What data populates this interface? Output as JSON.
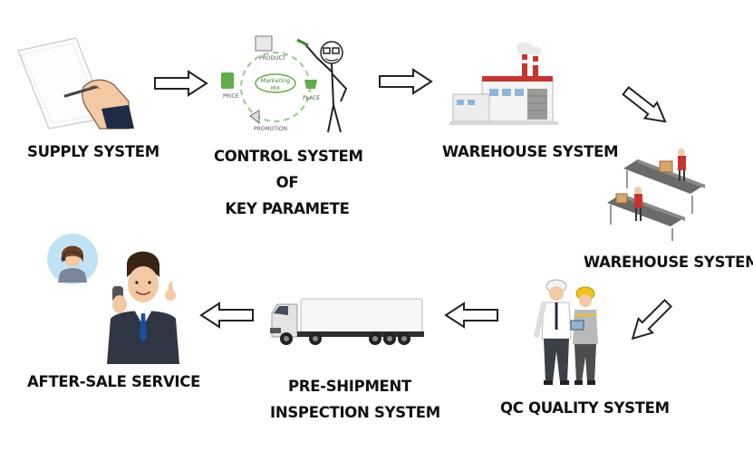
{
  "labels": {
    "supply": "SUPPLY SYSTEM",
    "control_line1": "CONTROL SYSTEM",
    "control_line2": "OF",
    "control_line3": "KEY PARAMETE",
    "warehouse1": "WAREHOUSE SYSTEM",
    "warehouse2": "WAREHOUSE SYSTEM",
    "qc": "QC QUALITY SYSTEM",
    "preship_line1": "PRE-SHIPMENT",
    "preship_line2": "INSPECTION SYSTEM",
    "after_sale": "AFTER-SALE SERVICE"
  },
  "marketing_mix": {
    "center_line1": "Marketing",
    "center_line2": "MIX",
    "product": "PRODUCT",
    "price": "PRICE",
    "place": "PLACE",
    "promotion": "PROMOTION"
  },
  "colors": {
    "text": "#111111",
    "arrow_stroke": "#222222",
    "arrow_fill": "#ffffff",
    "skin": "#f3c9a4",
    "suit": "#1f2a44",
    "green_mix": "#5fae4a",
    "factory_red": "#c9342c"
  },
  "arrows": [
    {
      "name": "arrow-supply-to-control",
      "direction": "right"
    },
    {
      "name": "arrow-control-to-warehouse",
      "direction": "right"
    },
    {
      "name": "arrow-warehouse-to-warehouse",
      "direction": "down-right"
    },
    {
      "name": "arrow-warehouse-to-qc",
      "direction": "down-left"
    },
    {
      "name": "arrow-qc-to-preship",
      "direction": "left"
    },
    {
      "name": "arrow-preship-to-aftersale",
      "direction": "left"
    }
  ]
}
